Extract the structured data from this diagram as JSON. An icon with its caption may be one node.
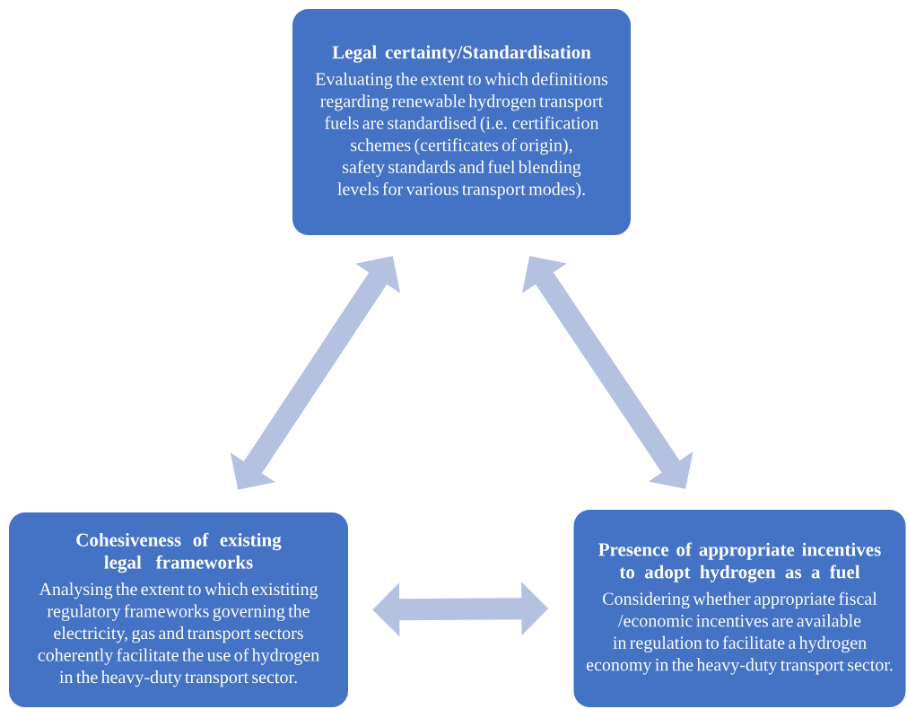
{
  "diagram": {
    "nodes": [
      {
        "text": [
          "Legal certainty/Standardisation",
          "Evaluating the extent to which definitions regarding renewable hydrogen transport fuels are standardised (i.e. certification schemes (certificates of origin), safety standards and fuel blending levels for various transport modes)."
        ]
      },
      {
        "text": [
          "Cohesiveness of existing legal frameworks",
          "Analysing the extent to which existiting regulatory frameworks governing the electricity, gas and transport sectors coherently facilitate the use of hydrogen in the heavy-duty transport sector."
        ]
      },
      {
        "text": [
          "Presence of appropriate incentives to adopt hydrogen as a fuel",
          "Considering whether appropriate fiscal /economic incentives are available in regulation to facilitate a hydrogen economy in the heavy-duty transport sector."
        ]
      }
    ],
    "edges": [
      {
        "from": 0,
        "to": 1,
        "arrow": "both"
      },
      {
        "from": 0,
        "to": 2,
        "arrow": "both"
      },
      {
        "from": 1,
        "to": 2,
        "arrow": "both"
      }
    ]
  }
}
